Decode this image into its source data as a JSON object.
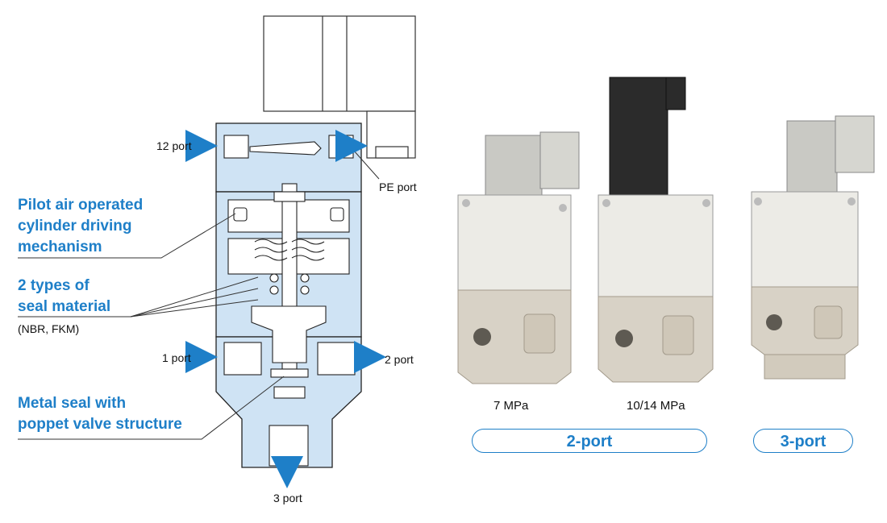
{
  "diagram": {
    "features": {
      "pilot": [
        "Pilot air operated",
        "cylinder driving",
        "mechanism"
      ],
      "seal": [
        "2 types of",
        "seal material"
      ],
      "seal_note": "(NBR, FKM)",
      "metal": [
        "Metal seal with",
        "poppet valve structure"
      ]
    },
    "ports": {
      "port12": "12 port",
      "pe": "PE port",
      "port1": "1 port",
      "port2": "2 port",
      "port3": "3 port"
    }
  },
  "products": {
    "items": [
      {
        "pressure": "7 MPa"
      },
      {
        "pressure": "10/14 MPa"
      }
    ],
    "groups": {
      "two_port": "2-port",
      "three_port": "3-port"
    }
  },
  "colors": {
    "accent": "#1e7fc8",
    "body_fill": "#cfe3f4",
    "metal": "#d8d2c6",
    "coil": "#c9c9c4"
  }
}
